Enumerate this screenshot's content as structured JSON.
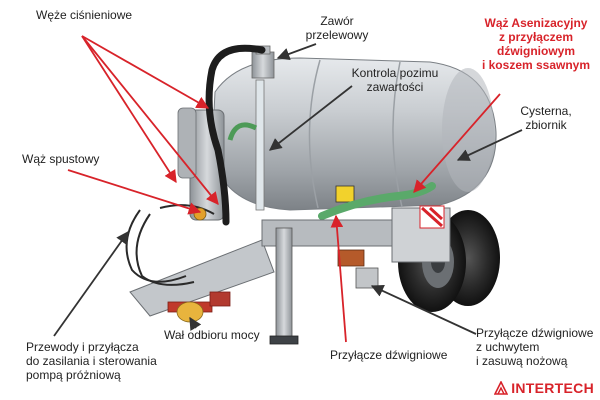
{
  "labels": {
    "pressure_hoses": "Węże ciśnieniowe",
    "overflow_valve": "Zawór\nprzelewowy",
    "level_control": "Kontrola pozimu\nzawartości",
    "sanitation_hose": "Wąż Asenizacyjny\nz przyłączem\ndźwigniowym\ni koszem ssawnym",
    "tank": "Cysterna,\nzbiornik",
    "drain_hose": "Wąż spustowy",
    "lever_connector_handle": "Przyłącze dźwigniowe\nz uchwytem\ni zasuwą nożową",
    "lever_connector": "Przyłącze dźwigniowe",
    "pto_shaft": "Wał odbioru mocy",
    "power_cables": "Przewody i przyłącza\ndo zasilania i sterowania\npompą próżniową"
  },
  "logo": {
    "text": "INTERTECH"
  },
  "colors": {
    "accent_red": "#d8232a",
    "arrow_dark": "#333333",
    "tank_silver": "#c4c8cc"
  }
}
